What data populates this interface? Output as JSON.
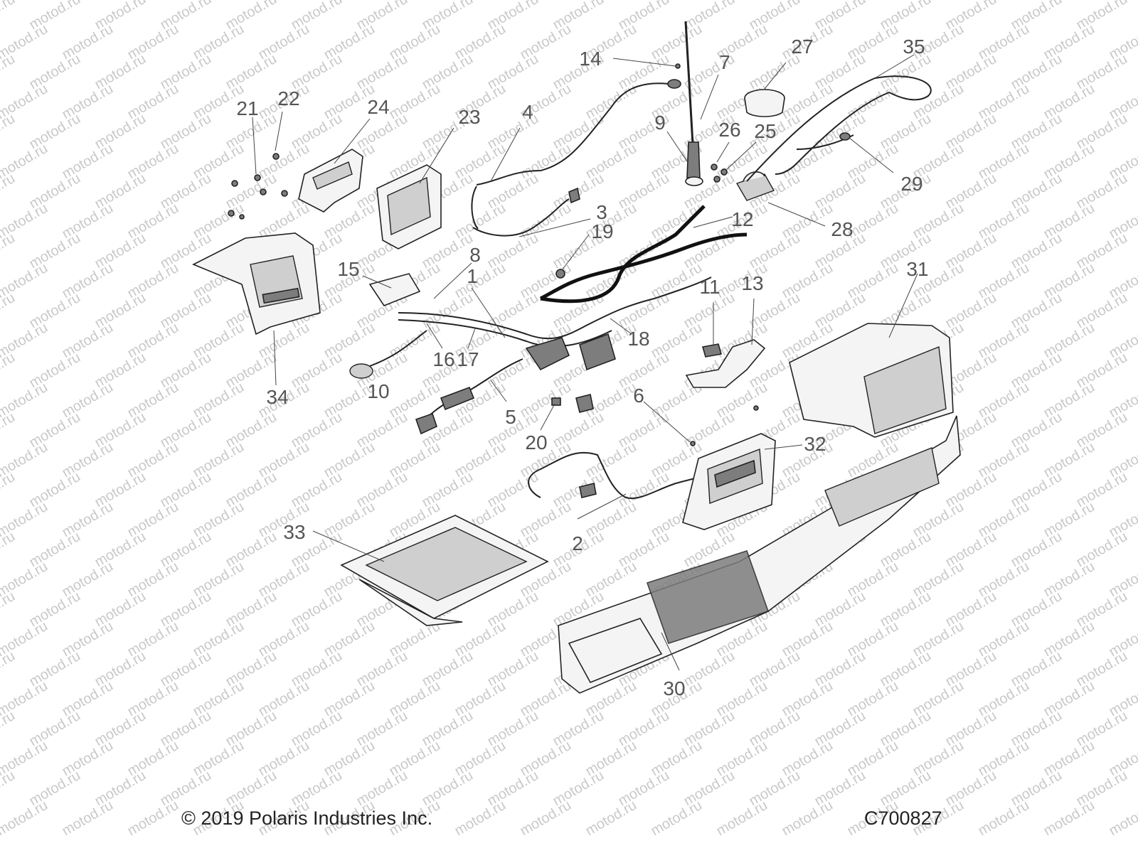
{
  "watermark": "motod.ru",
  "copyright": "© 2019 Polaris Industries Inc.",
  "figure_code": "C700827",
  "callouts": {
    "c1": "1",
    "c2": "2",
    "c3": "3",
    "c4": "4",
    "c5": "5",
    "c6": "6",
    "c7": "7",
    "c8": "8",
    "c9": "9",
    "c10": "10",
    "c11": "11",
    "c12": "12",
    "c13": "13",
    "c14": "14",
    "c15": "15",
    "c16": "16",
    "c17": "17",
    "c18": "18",
    "c19": "19",
    "c20": "20",
    "c21": "21",
    "c22": "22",
    "c23": "23",
    "c24": "24",
    "c25": "25",
    "c26": "26",
    "c27": "27",
    "c28": "28",
    "c29": "29",
    "c30": "30",
    "c31": "31",
    "c32": "32",
    "c33": "33",
    "c34": "34",
    "c35": "35"
  }
}
